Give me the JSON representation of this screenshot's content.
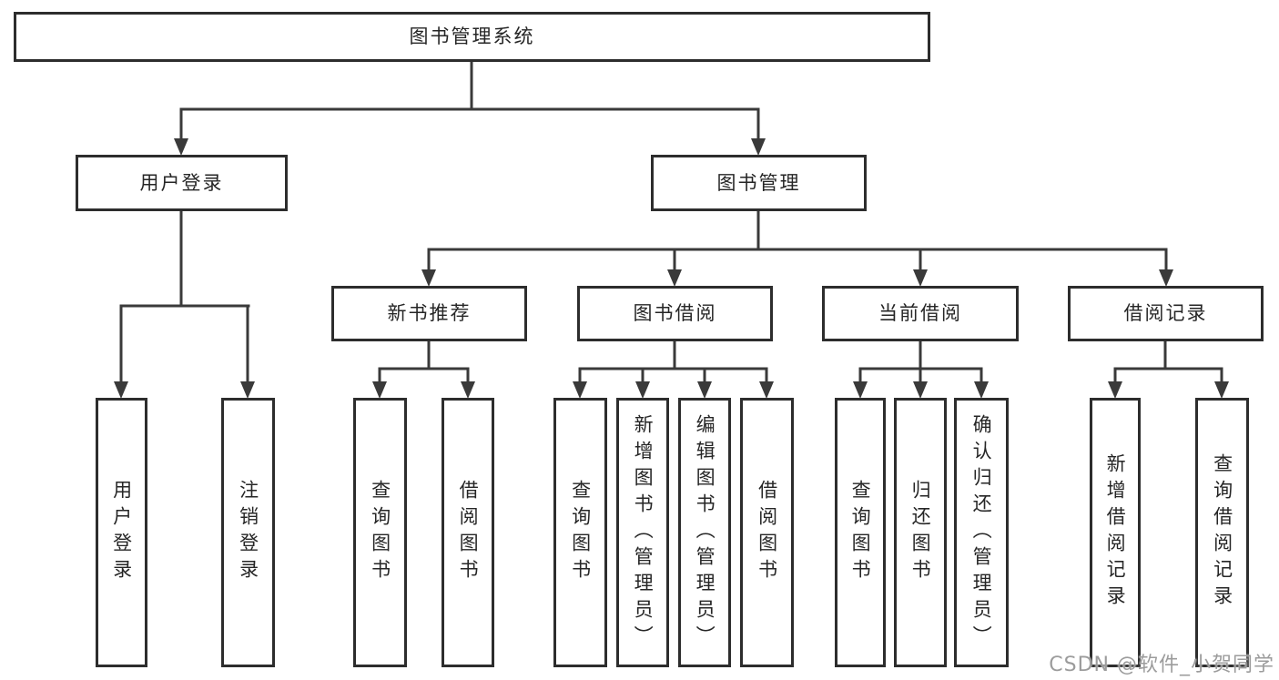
{
  "diagram": {
    "type": "hierarchy-tree",
    "nodes": {
      "root": "图书管理系统",
      "level2": [
        "用户登录",
        "图书管理"
      ],
      "level3": [
        "新书推荐",
        "图书借阅",
        "当前借阅",
        "借阅记录"
      ],
      "leaves_user_login": [
        "用户登录",
        "注销登录"
      ],
      "leaves_new_books": [
        "查询图书",
        "借阅图书"
      ],
      "leaves_book_borrow": [
        "查询图书",
        "新增图书（管理员）",
        "编辑图书（管理员）",
        "借阅图书"
      ],
      "leaves_current_borrow": [
        "查询图书",
        "归还图书",
        "确认归还（管理员）"
      ],
      "leaves_borrow_records": [
        "新增借阅记录",
        "查询借阅记录"
      ]
    },
    "colors": {
      "line": "#3a3a3a",
      "box_border": "#2d2d2d",
      "text": "#262626",
      "background": "#ffffff"
    }
  },
  "watermark": {
    "text": "CSDN @软件_小贺同学",
    "color": "#9c9c9c"
  }
}
